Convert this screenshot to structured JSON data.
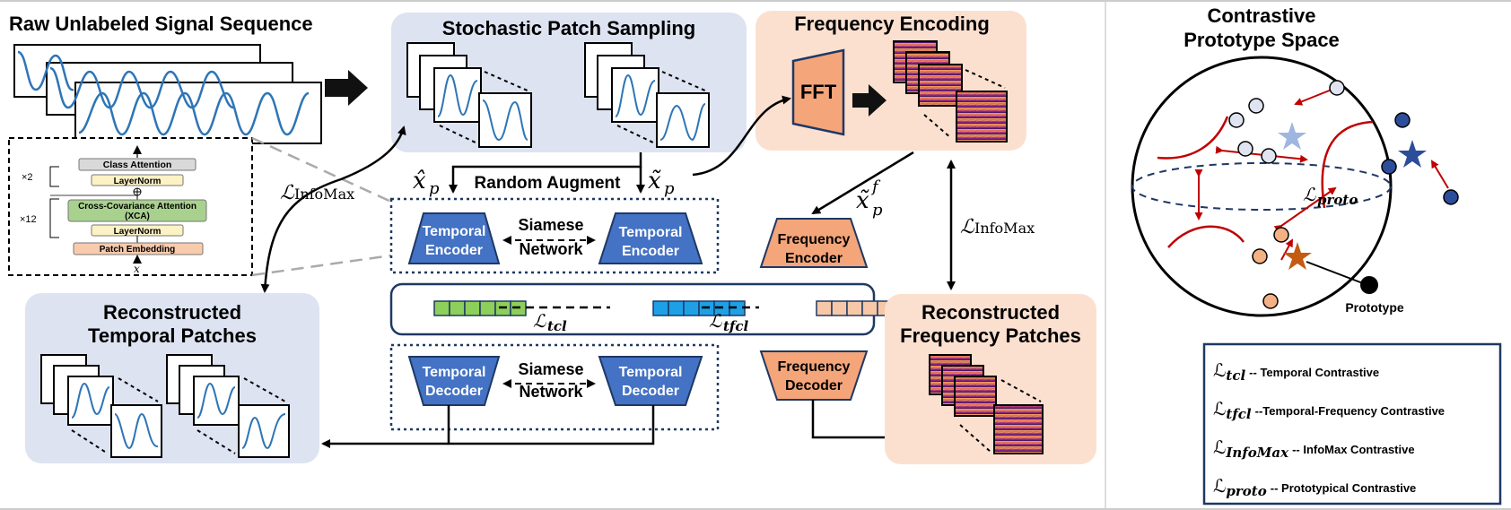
{
  "titles": {
    "raw_signal": "Raw Unlabeled Signal Sequence",
    "patch_sampling": "Stochastic Patch Sampling",
    "freq_encoding": "Frequency Encoding",
    "proto_space_1": "Contrastive",
    "proto_space_2": "Prototype Space",
    "recon_temporal_1": "Reconstructed",
    "recon_temporal_2": "Temporal Patches",
    "recon_freq_1": "Reconstructed",
    "recon_freq_2": "Frequency Patches"
  },
  "xca_block": {
    "class_attention": "Class Attention",
    "layernorm_top": "LayerNorm",
    "xca_1": "Cross-Covariance Attention",
    "xca_2": "(XCA)",
    "layernorm_bottom": "LayerNorm",
    "patch_embedding": "Patch Embedding",
    "mult_top": "×2",
    "mult_bottom": "×12",
    "input_x": "x"
  },
  "math": {
    "x_hat": "x̂",
    "x_tilde": "x̃",
    "sub_p": "p",
    "x_tilde_f": "x̃",
    "sup_f": "f",
    "L": "ℒ",
    "infomax_sub": "InfoMax",
    "tcl_sub": "tcl",
    "tfcl_sub": "tfcl",
    "proto_sub": "proto"
  },
  "labels": {
    "random_augment": "Random Augment",
    "fft": "FFT",
    "temporal_encoder": [
      "Temporal",
      "Encoder"
    ],
    "temporal_decoder": [
      "Temporal",
      "Decoder"
    ],
    "frequency_encoder": [
      "Frequency",
      "Encoder"
    ],
    "frequency_decoder": [
      "Frequency",
      "Decoder"
    ],
    "siamese": [
      "Siamese",
      "Network"
    ],
    "prototype": "Prototype"
  },
  "legend": [
    {
      "sub": "tcl",
      "desc": "-- Temporal Contrastive"
    },
    {
      "sub": "tfcl",
      "desc": "--Temporal-Frequency Contrastive"
    },
    {
      "sub": "InfoMax",
      "desc": "-- InfoMax Contrastive"
    },
    {
      "sub": "proto",
      "desc": "-- Prototypical Contrastive"
    }
  ],
  "colors": {
    "panel_blue": "#dde3f1",
    "panel_orange": "#fbe0d0",
    "temporal_block": "#4472c4",
    "frequency_block": "#f4a57a",
    "token_green": "#8ccf5a",
    "token_blue": "#1ea0e6",
    "token_orange": "#f6c8a8",
    "signal_line": "#2e75b6",
    "arrow_red": "#c00000",
    "legend_border": "#1f3864"
  }
}
